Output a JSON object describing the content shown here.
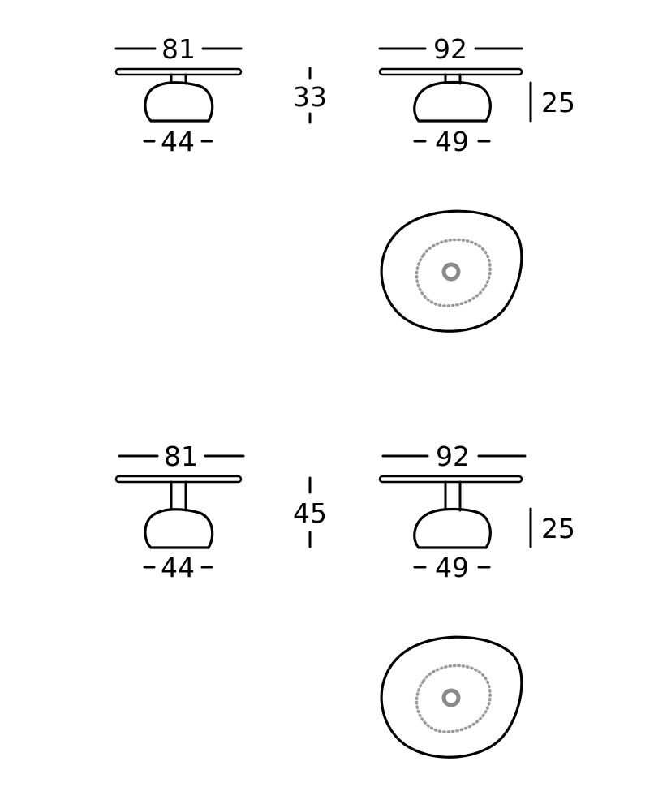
{
  "dimensions": {
    "low": {
      "small_top_width": "81",
      "small_base_width": "44",
      "height": "33",
      "large_top_width": "92",
      "large_base_width": "49",
      "base_height": "25"
    },
    "high": {
      "small_top_width": "81",
      "small_base_width": "44",
      "height": "45",
      "large_top_width": "92",
      "large_base_width": "49",
      "base_height": "25"
    }
  }
}
